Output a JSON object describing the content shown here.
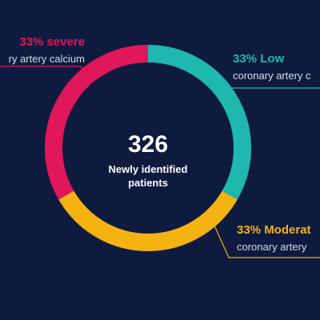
{
  "chart_data": {
    "type": "pie",
    "center": {
      "value": "326",
      "label_line1": "Newly identified",
      "label_line2": "patients"
    },
    "slices": [
      {
        "name": "Low",
        "value": 33,
        "percent_label": "33% Low",
        "description": "coronary artery c",
        "color": "#1fb8b0"
      },
      {
        "name": "Moderate",
        "value": 33,
        "percent_label": "33% Moderat",
        "description": "coronary artery",
        "color": "#f5b312"
      },
      {
        "name": "severe",
        "value": 33,
        "percent_label": "33% severe",
        "description": "ry artery calcium",
        "color": "#e0175a"
      }
    ]
  },
  "theme": {
    "background": "#0e1b3f",
    "text": "#ffffff",
    "subtext": "#d6dbe6"
  }
}
